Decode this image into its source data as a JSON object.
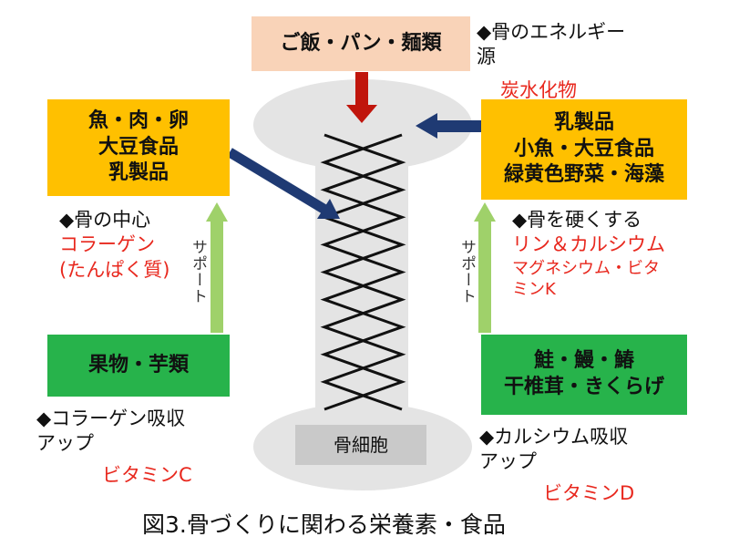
{
  "top_box": {
    "label": "ご飯・パン・麺類",
    "color": "#f9d3b8"
  },
  "energy_note": {
    "line1": "◆骨のエネルギー",
    "line2": "源",
    "nutrient": "炭水化物"
  },
  "left_top_box": {
    "lines": [
      "魚・肉・卵",
      "大豆食品",
      "乳製品"
    ],
    "color": "#ffc000"
  },
  "center_note": {
    "marker": "◆骨の中心",
    "nutrient": "コラーゲン",
    "nutrient_sub": "(たんぱく質)"
  },
  "right_top_box": {
    "lines": [
      "乳製品",
      "小魚・大豆食品",
      "緑黄色野菜・海藻"
    ],
    "color": "#ffc000"
  },
  "hard_note": {
    "marker": "◆骨を硬くする",
    "nutrient": "リン＆カルシウム",
    "nutrient_sub1": "マグネシウム・ビタ",
    "nutrient_sub2": "ミンK"
  },
  "support_left": "サポート",
  "support_right": "サポート",
  "left_bottom_box": {
    "label": "果物・芋類",
    "color": "#27b34b"
  },
  "right_bottom_box": {
    "lines": [
      "鮭・鰻・鰆",
      "干椎茸・きくらげ"
    ],
    "color": "#27b34b"
  },
  "left_absorb_note": {
    "line1": "◆コラーゲン吸収",
    "line2": "アップ",
    "nutrient": "ビタミンC"
  },
  "right_absorb_note": {
    "line1": "◆カルシウム吸収",
    "line2": "アップ",
    "nutrient": "ビタミンD"
  },
  "bone_cell_label": "骨細胞",
  "caption": "図3.骨づくりに関わる栄養素・食品",
  "colors": {
    "arrow_red": "#c0150c",
    "arrow_navy": "#1f3a73",
    "arrow_green": "#9fd16a",
    "bone_gray": "#e4e4e4",
    "cell_gray": "#c9c9c9"
  }
}
